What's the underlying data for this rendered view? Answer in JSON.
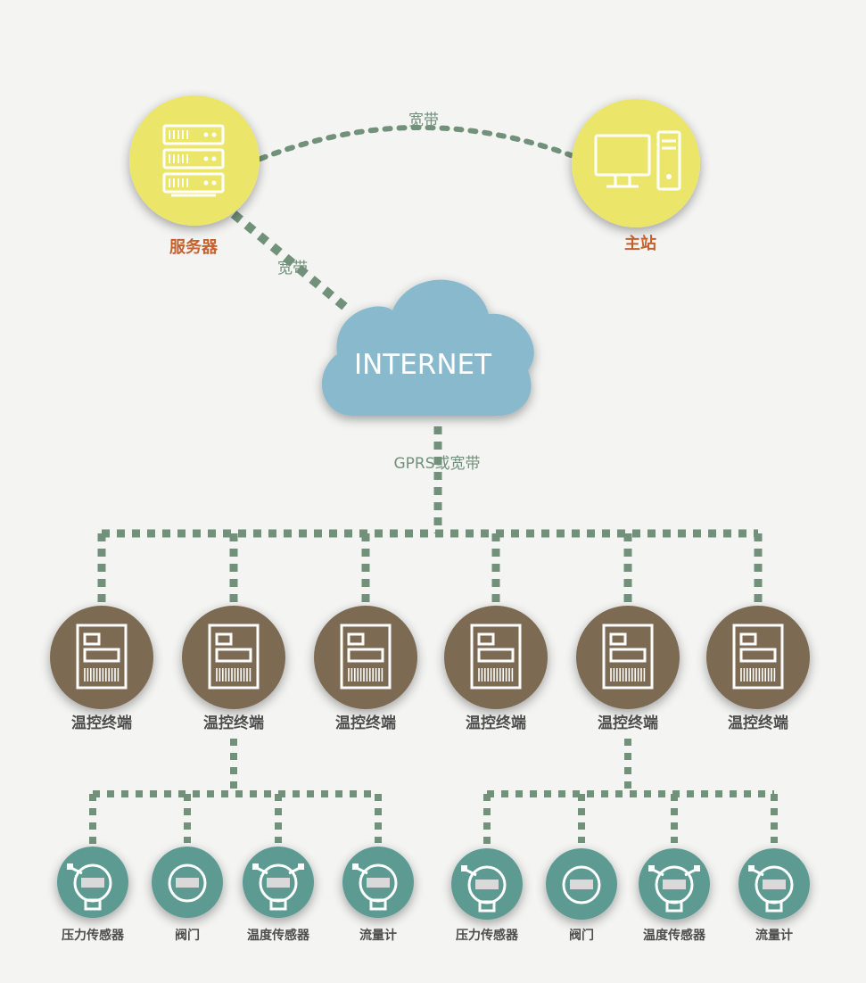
{
  "top": {
    "server_label": "服务器",
    "master_label": "主站",
    "link_server_master": "宽带",
    "link_server_internet": "宽带",
    "cloud_label": "INTERNET",
    "link_internet_terminals": "GPRS或宽带"
  },
  "terminals": [
    {
      "label": "温控终端"
    },
    {
      "label": "温控终端"
    },
    {
      "label": "温控终端"
    },
    {
      "label": "温控终端"
    },
    {
      "label": "温控终端"
    },
    {
      "label": "温控终端"
    }
  ],
  "left_devices": [
    {
      "label": "压力传感器",
      "icon": "pressure-sensor-icon"
    },
    {
      "label": "阀门",
      "icon": "valve-icon"
    },
    {
      "label": "温度传感器",
      "icon": "temperature-sensor-icon"
    },
    {
      "label": "流量计",
      "icon": "flowmeter-icon"
    }
  ],
  "right_devices": [
    {
      "label": "压力传感器",
      "icon": "pressure-sensor-icon"
    },
    {
      "label": "阀门",
      "icon": "valve-icon"
    },
    {
      "label": "温度传感器",
      "icon": "temperature-sensor-icon"
    },
    {
      "label": "流量计",
      "icon": "flowmeter-icon"
    }
  ],
  "colors": {
    "background": "#f4f4f3",
    "yellow_node": "#ebe66a",
    "cloud": "#89b9cd",
    "terminal": "#7b6a52",
    "device": "#5c9a92",
    "line": "#71917a",
    "label_orange": "#c4612d",
    "label_dark": "#4d4d4d"
  }
}
